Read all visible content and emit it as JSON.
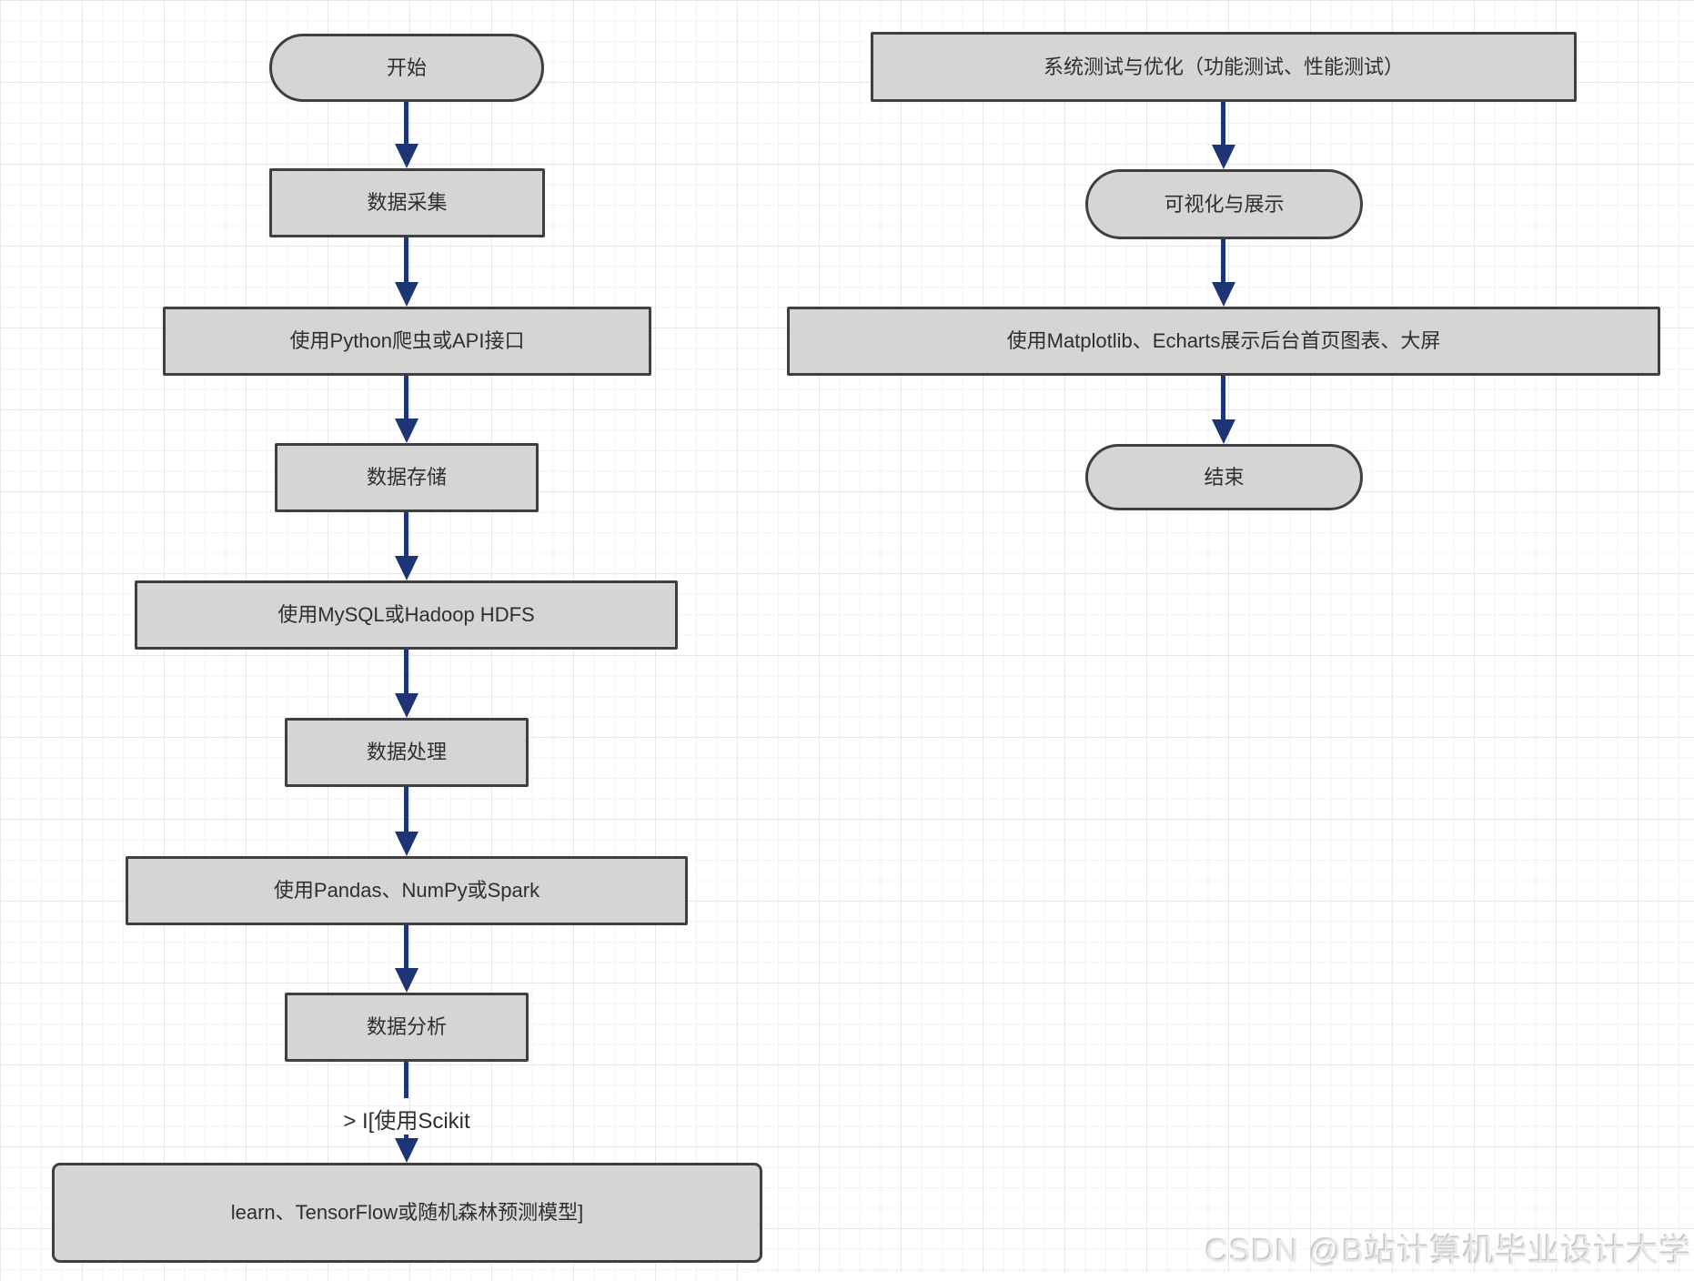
{
  "diagram": {
    "left": {
      "nodes": [
        {
          "id": "start",
          "shape": "pill",
          "label": "开始"
        },
        {
          "id": "collect",
          "shape": "rect",
          "label": "数据采集"
        },
        {
          "id": "python",
          "shape": "rect",
          "label": "使用Python爬虫或API接口"
        },
        {
          "id": "store",
          "shape": "rect",
          "label": "数据存储"
        },
        {
          "id": "mysql",
          "shape": "rect",
          "label": "使用MySQL或Hadoop HDFS"
        },
        {
          "id": "process",
          "shape": "rect",
          "label": "数据处理"
        },
        {
          "id": "pandas",
          "shape": "rect",
          "label": "使用Pandas、NumPy或Spark"
        },
        {
          "id": "analyze",
          "shape": "rect",
          "label": "数据分析"
        },
        {
          "id": "model",
          "shape": "soft",
          "label": "learn、TensorFlow或随机森林预测模型]"
        }
      ],
      "edge_label": "> I[使用Scikit"
    },
    "right": {
      "nodes": [
        {
          "id": "test",
          "shape": "rect",
          "label": "系统测试与优化（功能测试、性能测试）"
        },
        {
          "id": "visualize",
          "shape": "pill",
          "label": "可视化与展示"
        },
        {
          "id": "matplotlib",
          "shape": "rect",
          "label": "使用Matplotlib、Echarts展示后台首页图表、大屏"
        },
        {
          "id": "end",
          "shape": "pill",
          "label": "结束"
        }
      ]
    },
    "watermark": "CSDN @B站计算机毕业设计大学",
    "colors": {
      "node_fill": "#d5d5d5",
      "node_border": "#3f3f3f",
      "arrow": "#1d3575",
      "text": "#2f2f2f",
      "grid_line": "#ededed"
    }
  }
}
